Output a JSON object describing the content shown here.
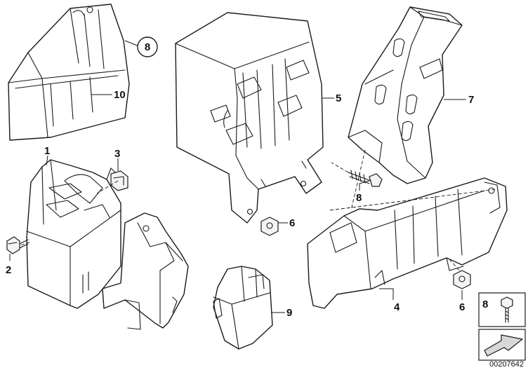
{
  "diagram_id": "00207642",
  "callouts": {
    "c1": "1",
    "c2": "2",
    "c3": "3",
    "c4": "4",
    "c5": "5",
    "c6a": "6",
    "c6b": "6",
    "c7": "7",
    "c8a": "8",
    "c8b": "8",
    "c9": "9",
    "c10": "10"
  },
  "legend": {
    "number": "8"
  }
}
